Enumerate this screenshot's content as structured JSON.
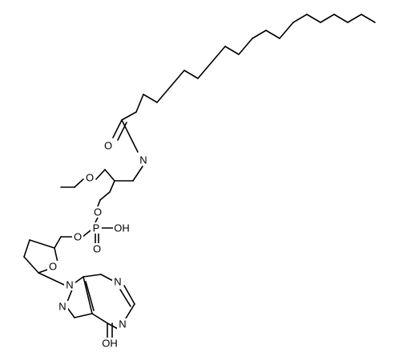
{
  "molecule": {
    "atom_labels": {
      "amide_O": "O",
      "amide_N": "N",
      "ether_O": "O",
      "ester_O1": "O",
      "P": "P",
      "P_OH": "OH",
      "P_O_double": "O",
      "ester_O2": "O",
      "ring_O": "O",
      "N9": "N",
      "N7": "N",
      "N3": "N",
      "N1": "N",
      "enol_OH": "OH"
    },
    "bond_color": "#000000",
    "background_color": "#ffffff"
  }
}
